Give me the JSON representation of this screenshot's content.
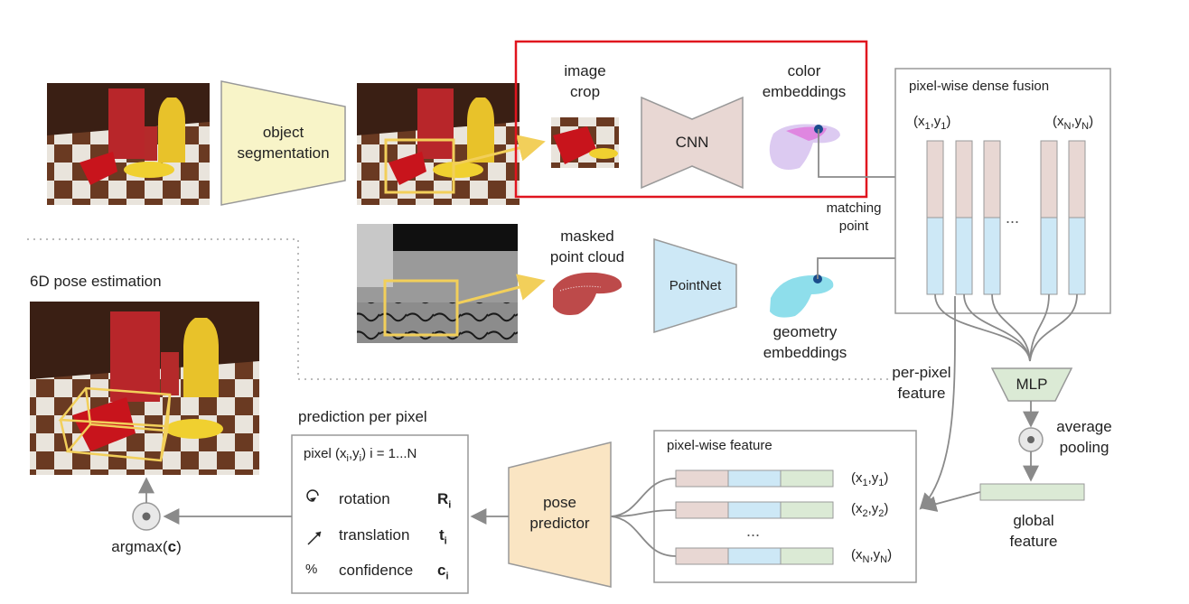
{
  "diagram": {
    "segmentation": "object\nsegmentation",
    "image_crop": "image\ncrop",
    "cnn": "CNN",
    "color_embeddings": "color\nembeddings",
    "masked_point_cloud": "masked\npoint cloud",
    "pointnet": "PointNet",
    "geometry_embeddings": "geometry\nembeddings",
    "matching_point": "matching\npoint",
    "dense_fusion_title": "pixel-wise dense fusion",
    "fusion_x1": "(x",
    "fusion_x1_sub": "1",
    "fusion_y1": ",y",
    "fusion_y1_sub": "1",
    "fusion_xN": "(x",
    "fusion_xN_sub": "N",
    "fusion_yN": ",y",
    "fusion_yN_sub": "N",
    "fusion_dots": "...",
    "mlp": "MLP",
    "average_pooling": "average\npooling",
    "per_pixel_feature": "per-pixel\nfeature",
    "global_feature": "global\nfeature",
    "pixel_wise_feature_title": "pixel-wise feature",
    "feature_rows": [
      {
        "x": "(x",
        "xs": "1",
        "y": ",y",
        "ys": "1"
      },
      {
        "x": "(x",
        "xs": "2",
        "y": ",y",
        "ys": "2"
      },
      {
        "x": "(x",
        "xs": "N",
        "y": ",y",
        "ys": "N"
      }
    ],
    "feature_dots": "...",
    "pose_predictor": "pose\npredictor",
    "prediction_title": "prediction per pixel",
    "pixel_header_a": "pixel (x",
    "pixel_header_xs": "i",
    "pixel_header_b": ",y",
    "pixel_header_ys": "i",
    "pixel_header_c": ")  i = 1...N",
    "rotation": "rotation",
    "rotation_sym": "R",
    "rotation_sub": "i",
    "translation": "translation",
    "translation_sym": "t",
    "translation_sub": "i",
    "confidence": "confidence",
    "confidence_sym": "c",
    "confidence_sub": "i",
    "argmax_a": "argmax(",
    "argmax_b": "c",
    "argmax_c": ")",
    "pose_estimation_title": "6D pose estimation"
  },
  "colors": {
    "trapezoid_yellow": "#f8f4c8",
    "cnn_pink": "#e8d7d3",
    "pointnet_blue": "#cde8f6",
    "predictor_orange": "#fae5c3",
    "mlp_green": "#dbead5",
    "highlight_red": "#e0141e",
    "bbox_yellow": "#f2cf5a"
  }
}
